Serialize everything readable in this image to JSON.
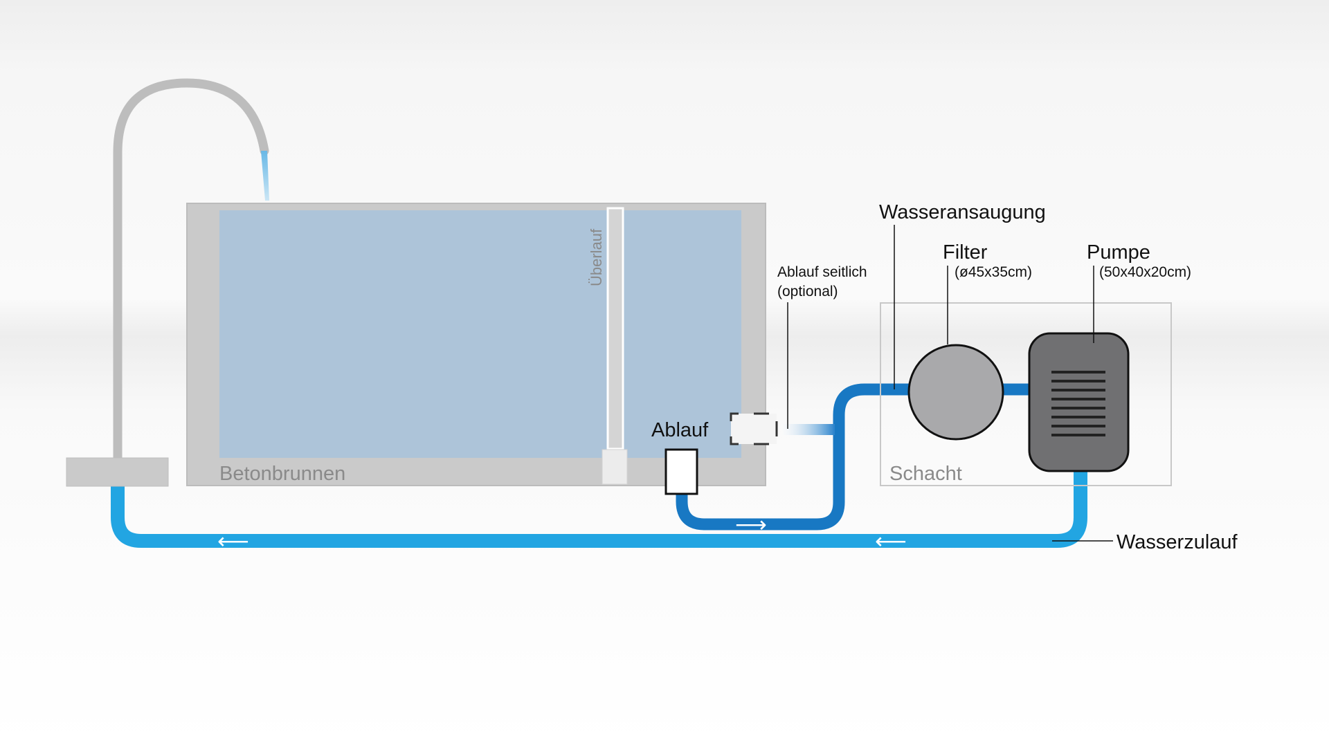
{
  "labels": {
    "betonbrunnen": "Betonbrunnen",
    "ueberlauf": "Überlauf",
    "ablauf": "Ablauf",
    "ablauf_seitlich_line1": "Ablauf seitlich",
    "ablauf_seitlich_line2": "(optional)",
    "wasseransaugung": "Wasseransaugung",
    "filter": "Filter",
    "filter_size": "(ø45x35cm)",
    "pumpe": "Pumpe",
    "pumpe_size": "(50x40x20cm)",
    "schacht": "Schacht",
    "wasserzulauf": "Wasserzulauf"
  },
  "flow_arrows": {
    "right": "⟶",
    "left": "⟵"
  },
  "colors": {
    "basin_wall": "#cacaca",
    "water": "#adc4d9",
    "pipe_suction": "#1878c3",
    "pipe_supply": "#22a5e2",
    "filter": "#a9a9ab",
    "pump": "#707072"
  }
}
